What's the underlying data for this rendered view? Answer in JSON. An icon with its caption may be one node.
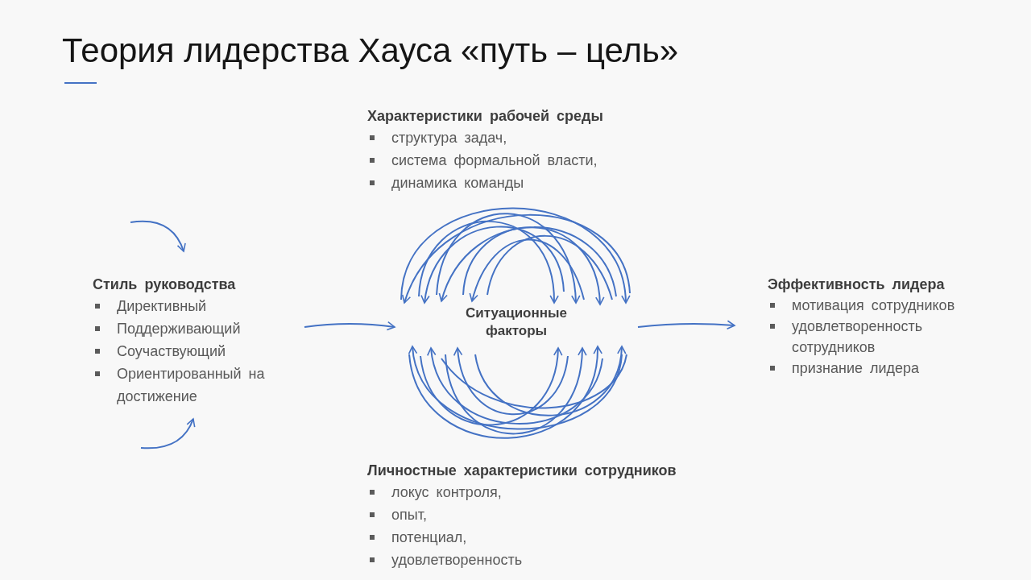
{
  "diagram": {
    "title": "Теория лидерства Хауса «путь – цель»",
    "nodes": [
      {
        "text": [
          "Характеристики рабочей среды",
          "структура задач,",
          "система формальной власти,",
          "динамика команды"
        ]
      },
      {
        "text": [
          "Стиль руководства",
          "Директивный",
          "Поддерживающий",
          "Соучаствующий",
          "Ориентированный на достижение"
        ]
      },
      {
        "text": [
          "Ситуационные факторы"
        ]
      },
      {
        "text": [
          "Эффективность лидера",
          "мотивация сотрудников",
          "удовлетворенность сотрудников",
          "признание лидера"
        ]
      },
      {
        "text": [
          "Личностные характеристики сотрудников",
          "локус контроля,",
          "опыт,",
          "потенциал,",
          "удовлетворенность"
        ]
      }
    ],
    "edges": [
      {
        "from": null,
        "to": 1,
        "arrow": "to"
      },
      {
        "from": 1,
        "to": 2,
        "arrow": "to"
      },
      {
        "from": 2,
        "to": 3,
        "arrow": "to"
      },
      {
        "from": null,
        "to": 1,
        "arrow": "to"
      }
    ]
  }
}
